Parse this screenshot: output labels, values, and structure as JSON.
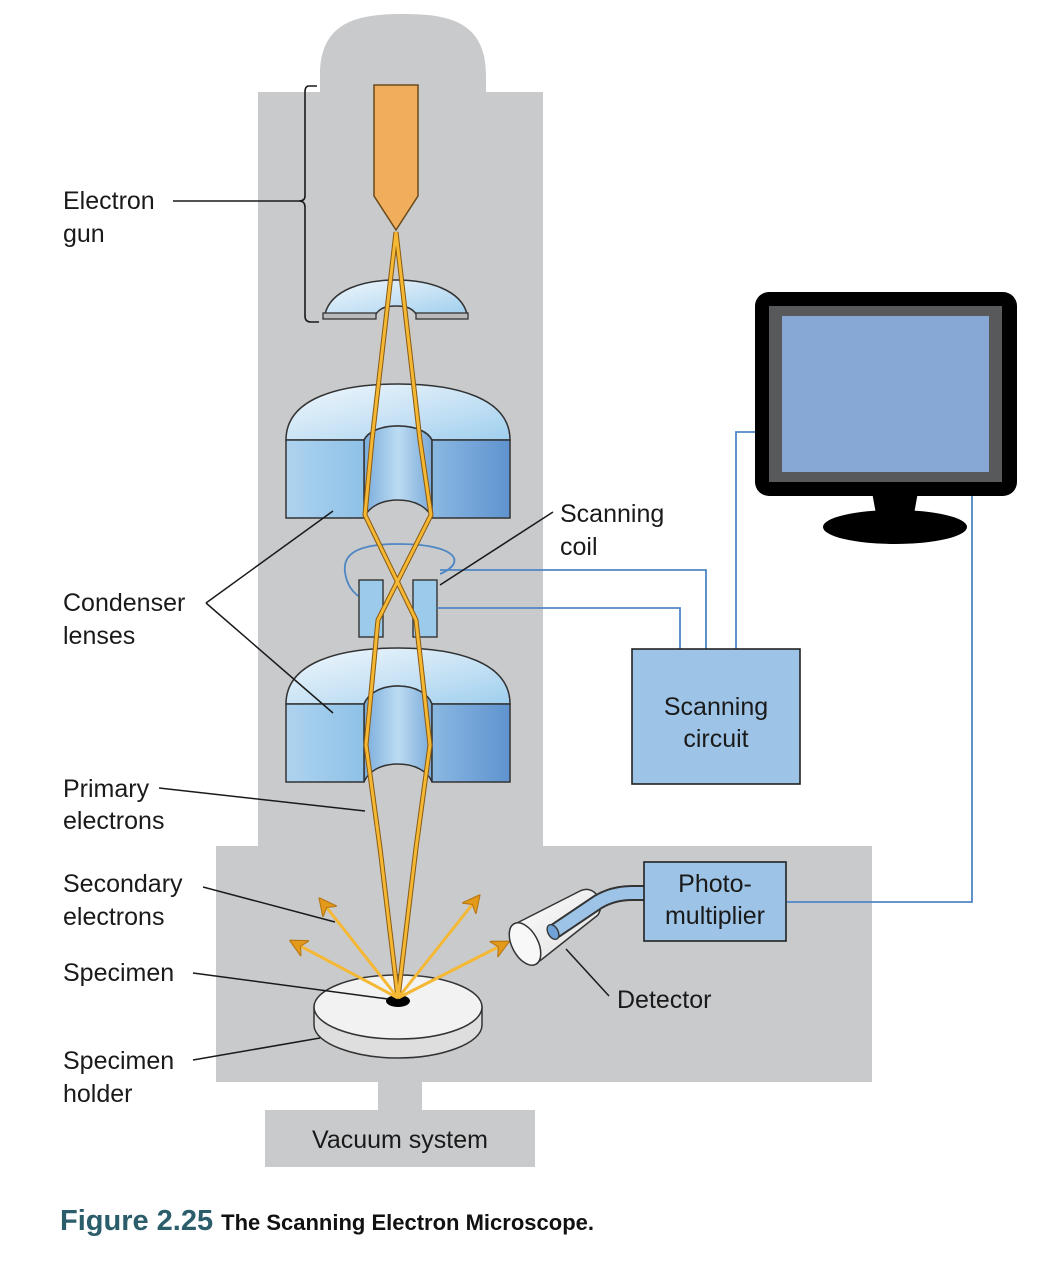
{
  "figure": {
    "number": "Figure 2.25",
    "title": "The Scanning Electron Microscope."
  },
  "labels": {
    "electron_gun": [
      "Electron",
      "gun"
    ],
    "condenser_lenses": [
      "Condenser",
      "lenses"
    ],
    "primary_electrons": [
      "Primary",
      "electrons"
    ],
    "secondary_electrons": [
      "Secondary",
      "electrons"
    ],
    "specimen": "Specimen",
    "specimen_holder": [
      "Specimen",
      "holder"
    ],
    "scanning_coil": [
      "Scanning",
      "coil"
    ],
    "scanning_circuit": [
      "Scanning",
      "circuit"
    ],
    "photomultiplier": [
      "Photo-",
      "multiplier"
    ],
    "detector": "Detector",
    "vacuum_system": "Vacuum system"
  },
  "colors": {
    "housing": "#c9cacc",
    "electron_gun": "#f0ae5c",
    "beam": "#f5b834",
    "lens": "#9ccaea",
    "circuit_box": "#9dc3e6",
    "wire": "#4e86c4",
    "monitor_screen": "#87a7d5",
    "figure_number": "#2b5d6b"
  }
}
